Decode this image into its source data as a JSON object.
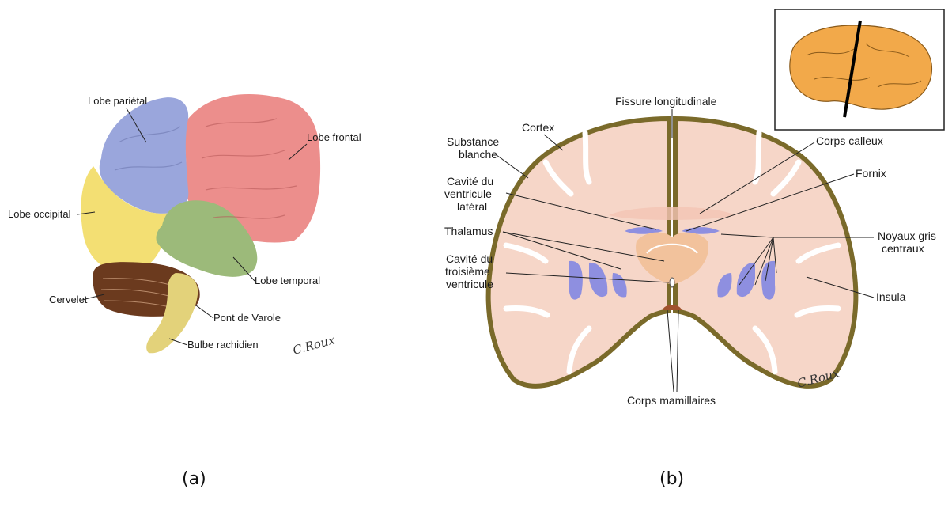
{
  "panel_a": {
    "labels": {
      "parietal": "Lobe pariétal",
      "frontal": "Lobe frontal",
      "occipital": "Lobe occipital",
      "temporal": "Lobe temporal",
      "cervelet": "Cervelet",
      "pont": "Pont de Varole",
      "bulbe": "Bulbe rachidien"
    },
    "signature": "C.Roux",
    "caption": "(a)",
    "colors": {
      "parietal": "#9aa6dc",
      "frontal": "#ec8e8c",
      "occipital": "#f3df73",
      "temporal": "#9cba7a",
      "cervelet": "#6b3a1e",
      "brainstem": "#e3d27a"
    }
  },
  "panel_b": {
    "labels": {
      "fissure": "Fissure longitudinale",
      "cortex": "Cortex",
      "substance_1": "Substance",
      "substance_2": "blanche",
      "corps_calleux": "Corps calleux",
      "fornix": "Fornix",
      "cav_lat_1": "Cavité du",
      "cav_lat_2": "ventricule",
      "cav_lat_3": "latéral",
      "thalamus": "Thalamus",
      "noyaux_1": "Noyaux gris",
      "noyaux_2": "centraux",
      "cav_3_1": "Cavité du",
      "cav_3_2": "troisième",
      "cav_3_3": "ventricule",
      "insula": "Insula",
      "mamillaires": "Corps mamillaires"
    },
    "signature": "C.Roux",
    "caption": "(b)",
    "colors": {
      "cortex": "#7a6a2a",
      "white_matter": "#f6d6c8",
      "nuclei": "#8e8fe0",
      "thalamus": "#f2c29c",
      "mamillary": "#a0522d",
      "inset_brain": "#f2a94a"
    }
  }
}
